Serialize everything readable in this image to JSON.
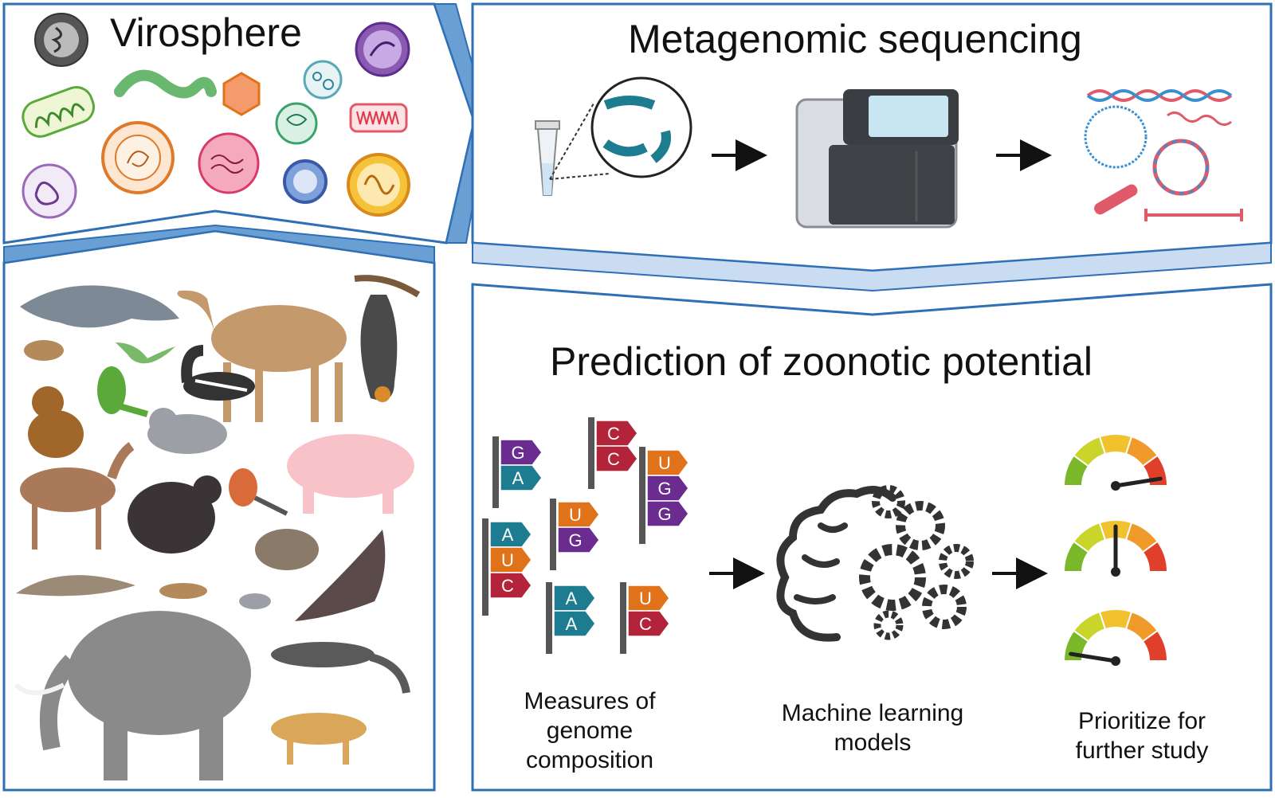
{
  "panels": {
    "virosphere": {
      "title": "Virosphere"
    },
    "sequencing": {
      "title": "Metagenomic sequencing"
    },
    "prediction": {
      "title": "Prediction of zoonotic potential",
      "steps": [
        {
          "label": "Measures of genome composition"
        },
        {
          "label": "Machine learning models"
        },
        {
          "label": "Prioritize for further study"
        }
      ]
    }
  },
  "flags": [
    {
      "top": "G",
      "bottom": "A"
    },
    {
      "top": "C",
      "bottom": "C"
    },
    {
      "top": "U",
      "middle": "G",
      "bottom": "G"
    },
    {
      "top": "U",
      "bottom": "G"
    },
    {
      "top": "A",
      "middle": "U",
      "bottom": "C"
    },
    {
      "top": "A",
      "bottom": "A"
    },
    {
      "top": "U",
      "bottom": "C"
    }
  ],
  "gauges": [
    {
      "level": 0.95
    },
    {
      "level": 0.5
    },
    {
      "level": 0.05
    }
  ],
  "icons": [
    "virus-icon",
    "dna-icon",
    "sequencer-icon",
    "animal-icon",
    "brain-gears-icon",
    "gauge-icon",
    "arrow-icon"
  ],
  "colors": {
    "frame": "#2f6fb5",
    "frame_fill": "#6a9fd4",
    "frame_light": "#c9dcf2",
    "base_A": "#1d7c8f",
    "base_C": "#b3233a",
    "base_G": "#6a2d8f",
    "base_U": "#e0721a"
  }
}
